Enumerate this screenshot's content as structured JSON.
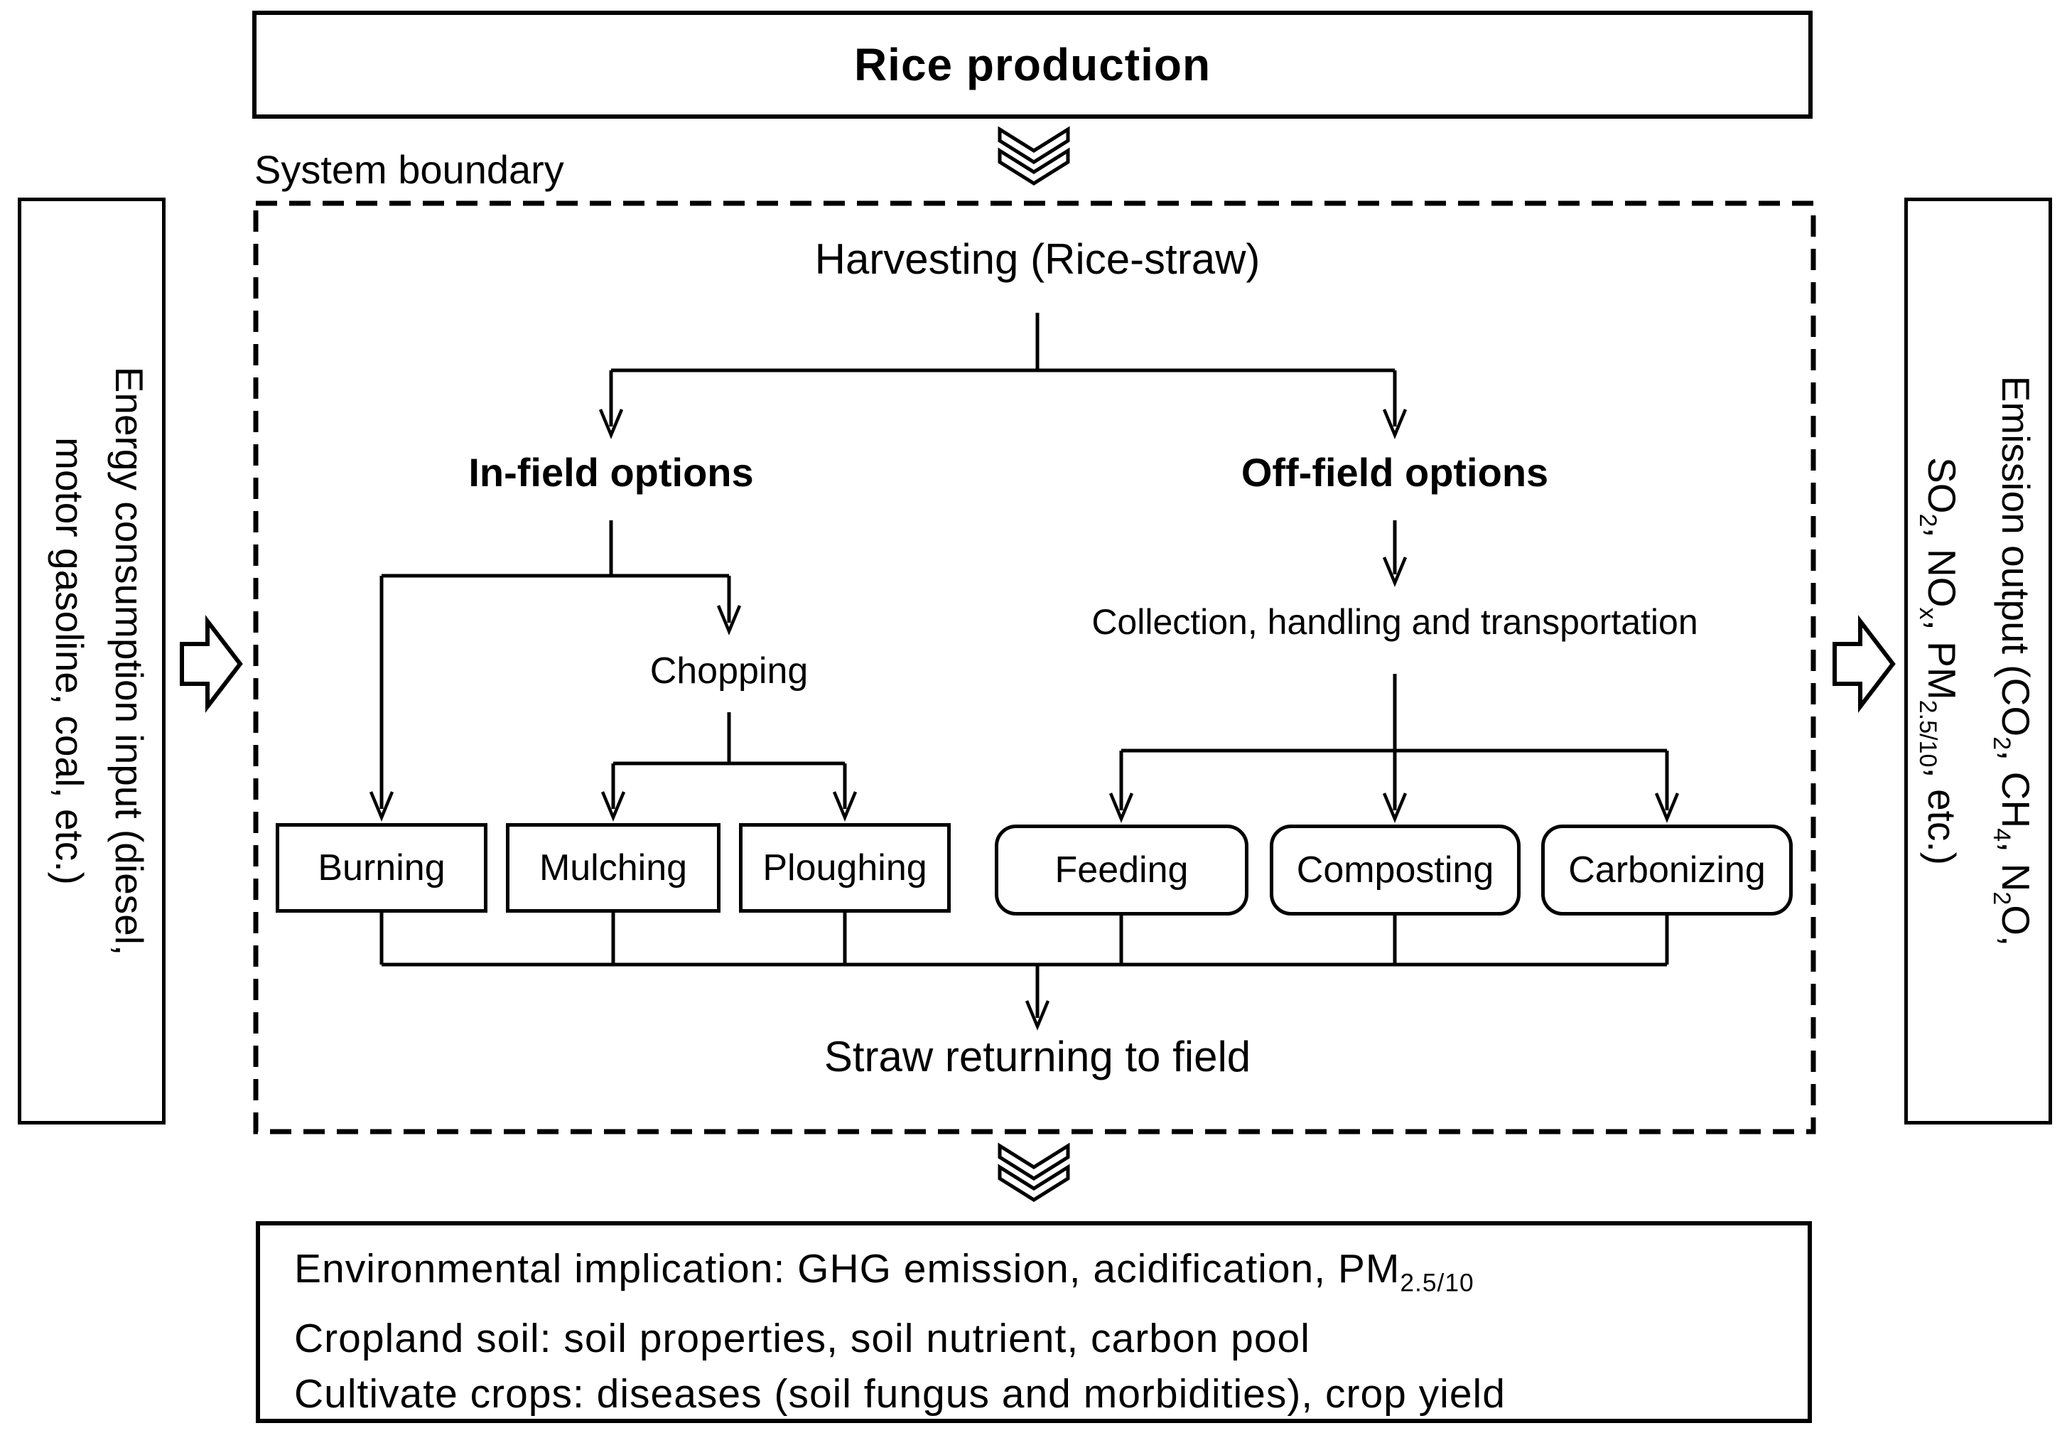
{
  "title": "Rice production",
  "system_boundary_label": "System boundary",
  "inner": {
    "harvesting": "Harvesting (Rice-straw)",
    "in_field_label": "In-field options",
    "off_field_label": "Off-field options",
    "chopping": "Chopping",
    "collection": "Collection, handling and transportation",
    "in_field_boxes": [
      "Burning",
      "Mulching",
      "Ploughing"
    ],
    "off_field_boxes": [
      "Feeding",
      "Composting",
      "Carbonizing"
    ],
    "straw_returning": "Straw returning to field"
  },
  "left_panel": {
    "line1": "Energy consumption input (diesel,",
    "line2": "motor gasoline, coal, etc.)"
  },
  "right_panel": {
    "line1": "Emission output (CO~2~, CH~4~, N~2~O,",
    "line2": "SO~2~, NO~x~, PM~2.5/10~, etc.)"
  },
  "bottom_box": {
    "line1": "Environmental implication: GHG emission, acidification, PM~2.5/10~",
    "line2": "Cropland soil: soil properties, soil nutrient, carbon pool",
    "line3": "Cultivate crops: diseases (soil fungus and morbidities), crop yield"
  },
  "colors": {
    "ink": "#000000",
    "paper": "#ffffff"
  }
}
